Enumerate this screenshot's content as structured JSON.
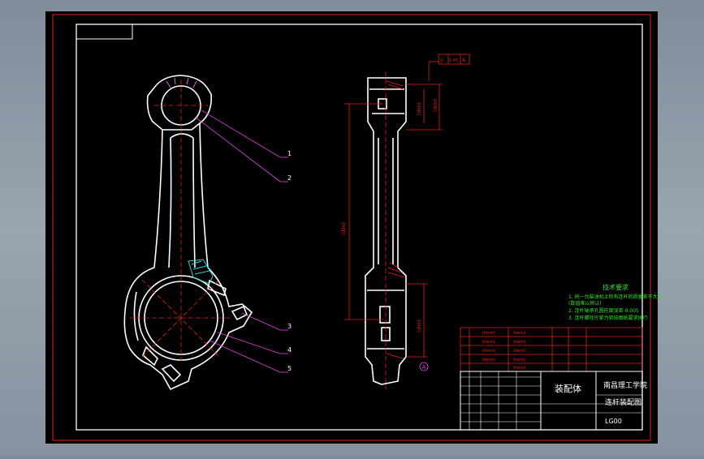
{
  "drawing": {
    "title_block": {
      "part_name": "装配体",
      "school": "南昌理工学院",
      "drawing_title": "连杆装配图",
      "drawing_number": "LG00"
    },
    "technical_requirements": {
      "heading": "技术要求",
      "lines": [
        "1. 同一台柴油机上所有连杆的质量差不大于",
        "   (数值难以辨认)",
        "2. 连杆轴承孔圆柱度误差 0.005",
        "3. 连杆螺栓拧紧力矩按图纸要求执行"
      ]
    },
    "callouts": [
      "1",
      "2",
      "3",
      "4",
      "5"
    ],
    "gd_and_t_frame": [
      "//",
      "0.05",
      "A"
    ],
    "datum_label": "A"
  }
}
